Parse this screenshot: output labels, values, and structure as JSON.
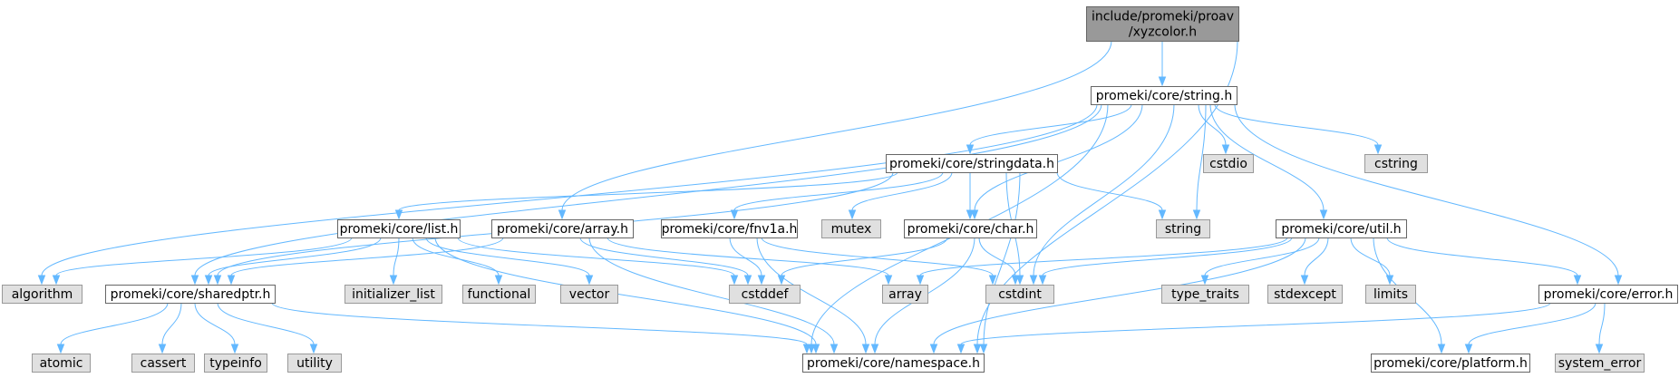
{
  "colors": {
    "root_fill": "#999999",
    "root_stroke": "#666666",
    "file_fill": "#ffffff",
    "file_stroke": "#666666",
    "system_fill": "#e0e0e0",
    "system_stroke": "#999999",
    "edge": "#63b8ff"
  },
  "nodes": [
    {
      "id": "root",
      "kind": "root",
      "lines": [
        "include/promeki/proav",
        "/xyzcolor.h"
      ]
    },
    {
      "id": "string_h",
      "kind": "file",
      "lines": [
        "promeki/core/string.h"
      ]
    },
    {
      "id": "stringdata_h",
      "kind": "file",
      "lines": [
        "promeki/core/stringdata.h"
      ]
    },
    {
      "id": "cstdio",
      "kind": "system",
      "lines": [
        "cstdio"
      ]
    },
    {
      "id": "cstring",
      "kind": "system",
      "lines": [
        "cstring"
      ]
    },
    {
      "id": "list_h",
      "kind": "file",
      "lines": [
        "promeki/core/list.h"
      ]
    },
    {
      "id": "array_h",
      "kind": "file",
      "lines": [
        "promeki/core/array.h"
      ]
    },
    {
      "id": "fnv1a_h",
      "kind": "file",
      "lines": [
        "promeki/core/fnv1a.h"
      ]
    },
    {
      "id": "mutex",
      "kind": "system",
      "lines": [
        "mutex"
      ]
    },
    {
      "id": "char_h",
      "kind": "file",
      "lines": [
        "promeki/core/char.h"
      ]
    },
    {
      "id": "string",
      "kind": "system",
      "lines": [
        "string"
      ]
    },
    {
      "id": "util_h",
      "kind": "file",
      "lines": [
        "promeki/core/util.h"
      ]
    },
    {
      "id": "algorithm",
      "kind": "system",
      "lines": [
        "algorithm"
      ]
    },
    {
      "id": "sharedptr_h",
      "kind": "file",
      "lines": [
        "promeki/core/sharedptr.h"
      ]
    },
    {
      "id": "initializer_list",
      "kind": "system",
      "lines": [
        "initializer_list"
      ]
    },
    {
      "id": "functional",
      "kind": "system",
      "lines": [
        "functional"
      ]
    },
    {
      "id": "vector",
      "kind": "system",
      "lines": [
        "vector"
      ]
    },
    {
      "id": "cstddef",
      "kind": "system",
      "lines": [
        "cstddef"
      ]
    },
    {
      "id": "array",
      "kind": "system",
      "lines": [
        "array"
      ]
    },
    {
      "id": "cstdint",
      "kind": "system",
      "lines": [
        "cstdint"
      ]
    },
    {
      "id": "type_traits",
      "kind": "system",
      "lines": [
        "type_traits"
      ]
    },
    {
      "id": "stdexcept",
      "kind": "system",
      "lines": [
        "stdexcept"
      ]
    },
    {
      "id": "limits",
      "kind": "system",
      "lines": [
        "limits"
      ]
    },
    {
      "id": "error_h",
      "kind": "file",
      "lines": [
        "promeki/core/error.h"
      ]
    },
    {
      "id": "atomic",
      "kind": "system",
      "lines": [
        "atomic"
      ]
    },
    {
      "id": "cassert",
      "kind": "system",
      "lines": [
        "cassert"
      ]
    },
    {
      "id": "typeinfo",
      "kind": "system",
      "lines": [
        "typeinfo"
      ]
    },
    {
      "id": "utility",
      "kind": "system",
      "lines": [
        "utility"
      ]
    },
    {
      "id": "namespace_h",
      "kind": "file",
      "lines": [
        "promeki/core/namespace.h"
      ]
    },
    {
      "id": "platform_h",
      "kind": "file",
      "lines": [
        "promeki/core/platform.h"
      ]
    },
    {
      "id": "system_error",
      "kind": "system",
      "lines": [
        "system_error"
      ]
    }
  ],
  "edges": [
    [
      "root",
      "string_h"
    ],
    [
      "root",
      "array_h"
    ],
    [
      "root",
      "namespace_h"
    ],
    [
      "string_h",
      "stringdata_h"
    ],
    [
      "string_h",
      "cstdio"
    ],
    [
      "string_h",
      "cstring"
    ],
    [
      "string_h",
      "string"
    ],
    [
      "string_h",
      "char_h"
    ],
    [
      "string_h",
      "cstdint"
    ],
    [
      "string_h",
      "util_h"
    ],
    [
      "string_h",
      "algorithm"
    ],
    [
      "string_h",
      "sharedptr_h"
    ],
    [
      "string_h",
      "namespace_h"
    ],
    [
      "string_h",
      "error_h"
    ],
    [
      "stringdata_h",
      "list_h"
    ],
    [
      "stringdata_h",
      "fnv1a_h"
    ],
    [
      "stringdata_h",
      "mutex"
    ],
    [
      "stringdata_h",
      "char_h"
    ],
    [
      "stringdata_h",
      "string"
    ],
    [
      "stringdata_h",
      "cstdint"
    ],
    [
      "stringdata_h",
      "sharedptr_h"
    ],
    [
      "stringdata_h",
      "namespace_h"
    ],
    [
      "list_h",
      "algorithm"
    ],
    [
      "list_h",
      "sharedptr_h"
    ],
    [
      "list_h",
      "initializer_list"
    ],
    [
      "list_h",
      "functional"
    ],
    [
      "list_h",
      "vector"
    ],
    [
      "list_h",
      "cstddef"
    ],
    [
      "list_h",
      "namespace_h"
    ],
    [
      "array_h",
      "sharedptr_h"
    ],
    [
      "array_h",
      "cstddef"
    ],
    [
      "array_h",
      "array"
    ],
    [
      "array_h",
      "namespace_h"
    ],
    [
      "fnv1a_h",
      "cstddef"
    ],
    [
      "fnv1a_h",
      "cstdint"
    ],
    [
      "fnv1a_h",
      "namespace_h"
    ],
    [
      "char_h",
      "cstddef"
    ],
    [
      "char_h",
      "cstdint"
    ],
    [
      "char_h",
      "namespace_h"
    ],
    [
      "util_h",
      "array"
    ],
    [
      "util_h",
      "cstdint"
    ],
    [
      "util_h",
      "type_traits"
    ],
    [
      "util_h",
      "stdexcept"
    ],
    [
      "util_h",
      "limits"
    ],
    [
      "util_h",
      "error_h"
    ],
    [
      "util_h",
      "platform_h"
    ],
    [
      "util_h",
      "namespace_h"
    ],
    [
      "sharedptr_h",
      "atomic"
    ],
    [
      "sharedptr_h",
      "cassert"
    ],
    [
      "sharedptr_h",
      "typeinfo"
    ],
    [
      "sharedptr_h",
      "utility"
    ],
    [
      "sharedptr_h",
      "namespace_h"
    ],
    [
      "error_h",
      "namespace_h"
    ],
    [
      "error_h",
      "platform_h"
    ],
    [
      "error_h",
      "system_error"
    ]
  ]
}
